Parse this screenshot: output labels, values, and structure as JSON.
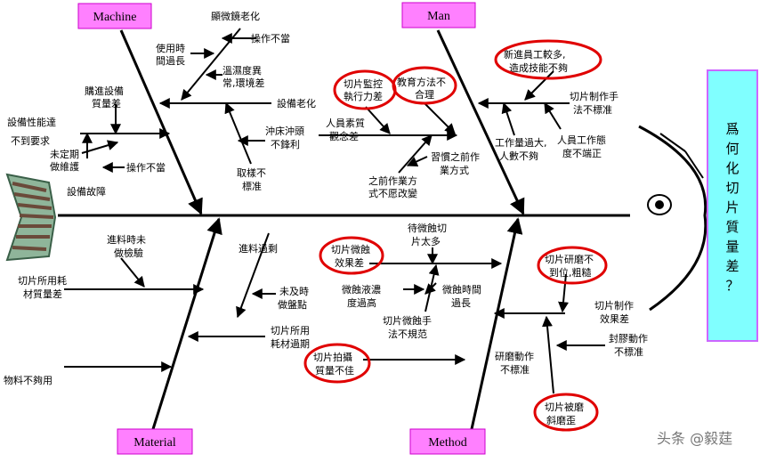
{
  "categories": {
    "machine": "Machine",
    "man": "Man",
    "material": "Material",
    "method": "Method"
  },
  "problem": "爲何化切片質量差？",
  "machine": {
    "microscope_aging": "顯微鏡老化",
    "improper_operation_1": "操作不當",
    "long_use_time_a": "使用時",
    "long_use_time_b": "間過長",
    "temp_humidity_a": "溫濕度異",
    "temp_humidity_b": "常,環境差",
    "equipment_aging": "設備老化",
    "purchase_quality_a": "購進設備",
    "purchase_quality_b": "質量差",
    "performance_a": "設備性能達",
    "performance_b": "不到要求",
    "no_maintenance_a": "未定期",
    "no_maintenance_b": "做維護",
    "improper_operation_2": "操作不當",
    "equipment_fault": "設備故障",
    "punch_blunt_a": "沖床沖頭",
    "punch_blunt_b": "不鋒利",
    "sampling_a": "取樣不",
    "sampling_b": "標准"
  },
  "man": {
    "monitor_a": "切片監控",
    "monitor_b": "執行力差",
    "edu_method_a": "教育方法不",
    "edu_method_b": "合理",
    "quality_a": "人員素質",
    "quality_b": "觀念差",
    "habit_a": "習慣之前作",
    "habit_b": "業方式",
    "method_unchanged_a": "之前作業方",
    "method_unchanged_b": "式不愿改變",
    "new_staff_a": "新進員工較多,",
    "new_staff_b": "造成技能不夠",
    "making_method_a": "切片制作手",
    "making_method_b": "法不標准",
    "workload_a": "工作量過大,",
    "workload_b": "人數不夠",
    "attitude_a": "人員工作態",
    "attitude_b": "度不端正"
  },
  "material": {
    "incoming_a": "進料時未",
    "incoming_b": "做檢驗",
    "consumable_quality_a": "切片所用耗",
    "consumable_quality_b": "材質量差",
    "excess_incoming": "進料過剩",
    "no_inventory_a": "未及時",
    "no_inventory_b": "做盤點",
    "expired_a": "切片所用",
    "expired_b": "耗材過期",
    "insufficient": "物料不夠用"
  },
  "method": {
    "etch_effect_a": "切片微蝕",
    "etch_effect_b": "效果差",
    "waiting_a": "待微蝕切",
    "waiting_b": "片太多",
    "concentration_a": "微蝕液濃",
    "concentration_b": "度過高",
    "etch_time_a": "微蝕時間",
    "etch_time_b": "過長",
    "etch_technique_a": "切片微蝕手",
    "etch_technique_b": "法不規范",
    "grinding_a": "切片研磨不",
    "grinding_b": "到位,粗糙",
    "making_effect_a": "切片制作",
    "making_effect_b": "效果差",
    "sealing_a": "封膠動作",
    "sealing_b": "不標准",
    "photo_a": "切片拍攝",
    "photo_b": "質量不佳",
    "grinding_action_a": "研磨動作",
    "grinding_action_b": "不標准",
    "tilt_a": "切片被磨",
    "tilt_b": "斜磨歪"
  },
  "watermark": "头条 @毅莛",
  "colors": {
    "category_fill": "#ff80ff",
    "category_border": "#cc00cc",
    "problem_fill": "#80ffff",
    "problem_border": "#cc66ff",
    "highlight_ring": "#e00000",
    "tail": "#6b8f76"
  }
}
